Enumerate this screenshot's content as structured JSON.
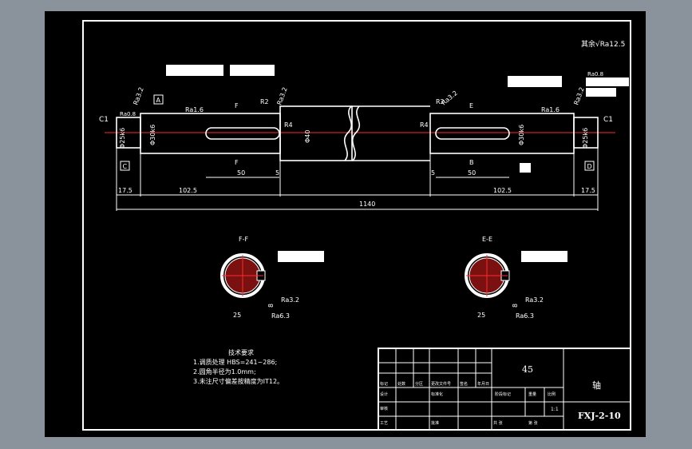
{
  "roughness_note": "其余√Ra12.5",
  "datums": {
    "a": "A",
    "b": "B",
    "c": "C",
    "d": "D",
    "e": "E",
    "f": "F"
  },
  "chamfer": "C1",
  "fillet": "R2",
  "roughness": {
    "ra32": "Ra3.2",
    "ra16": "Ra1.6",
    "ra08": "Ra0.8",
    "ra63": "Ra6.3"
  },
  "diameters": {
    "journal_left": "Φ25k6",
    "seat_left": "Φ30k6",
    "middle": "Φ40",
    "seat_right": "Φ30k6",
    "journal_right": "Φ25k6"
  },
  "dims": {
    "end_len": "17.5",
    "seat_len": "102.5",
    "key_len": "50",
    "key_off": "5",
    "shoulder": "R4",
    "total": "1140"
  },
  "sections": {
    "left": {
      "title": "F-F",
      "depth": "25",
      "width": "8"
    },
    "right": {
      "title": "E-E",
      "depth": "25",
      "width": "8"
    }
  },
  "tech": {
    "title": "技术要求",
    "items": [
      "1.调质处理 HBS=241~286;",
      "2.圆角半径为1.0mm;",
      "3.未注尺寸偏差按精度为IT12。"
    ]
  },
  "title_block": {
    "material": "45",
    "part_name": "轴",
    "drawing_no": "FXJ-2-10",
    "scale": "1:1",
    "row_labels": [
      "标记",
      "处数",
      "分区",
      "更改文件号",
      "签名",
      "年月日"
    ],
    "design": "设计",
    "standard": "标准化",
    "stage": "阶段标记",
    "weight": "重量",
    "ratio": "比例",
    "check": "审核",
    "process": "工艺",
    "approve": "批准",
    "sheet": "共 张",
    "sheet_of": "第 张"
  }
}
